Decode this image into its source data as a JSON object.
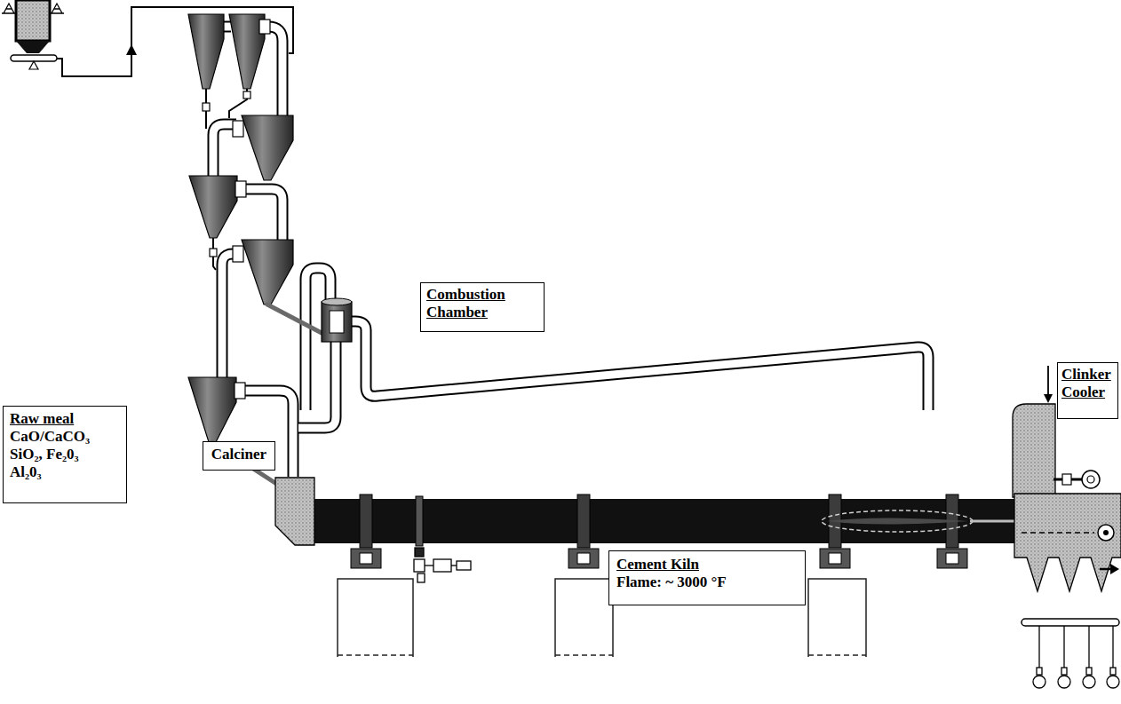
{
  "diagram": {
    "nodes": [
      {
        "text": [
          "Combustion Chamber"
        ]
      },
      {
        "text": [
          "Clinker Cooler"
        ]
      },
      {
        "text": [
          "Raw meal",
          "CaO/CaCO₃ SiO₂, Fe₂0₃ Al₂0₃"
        ]
      },
      {
        "text": [
          "Calciner"
        ]
      },
      {
        "text": [
          "Cement Kiln",
          "Flame: ~ 3000 °F"
        ]
      }
    ]
  }
}
